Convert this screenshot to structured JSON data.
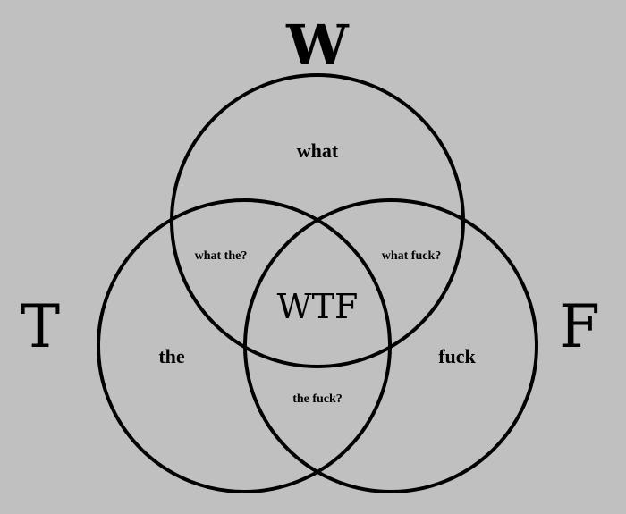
{
  "diagram": {
    "background": "#c0c0c0",
    "line_color": "#000000",
    "sets": {
      "top": "W",
      "left": "T",
      "right": "F"
    },
    "regions": {
      "top_only": "what",
      "left_only": "the",
      "right_only": "fuck",
      "top_left": "what the?",
      "top_right": "what fuck?",
      "left_right": "the fuck?",
      "center": "WTF"
    }
  }
}
